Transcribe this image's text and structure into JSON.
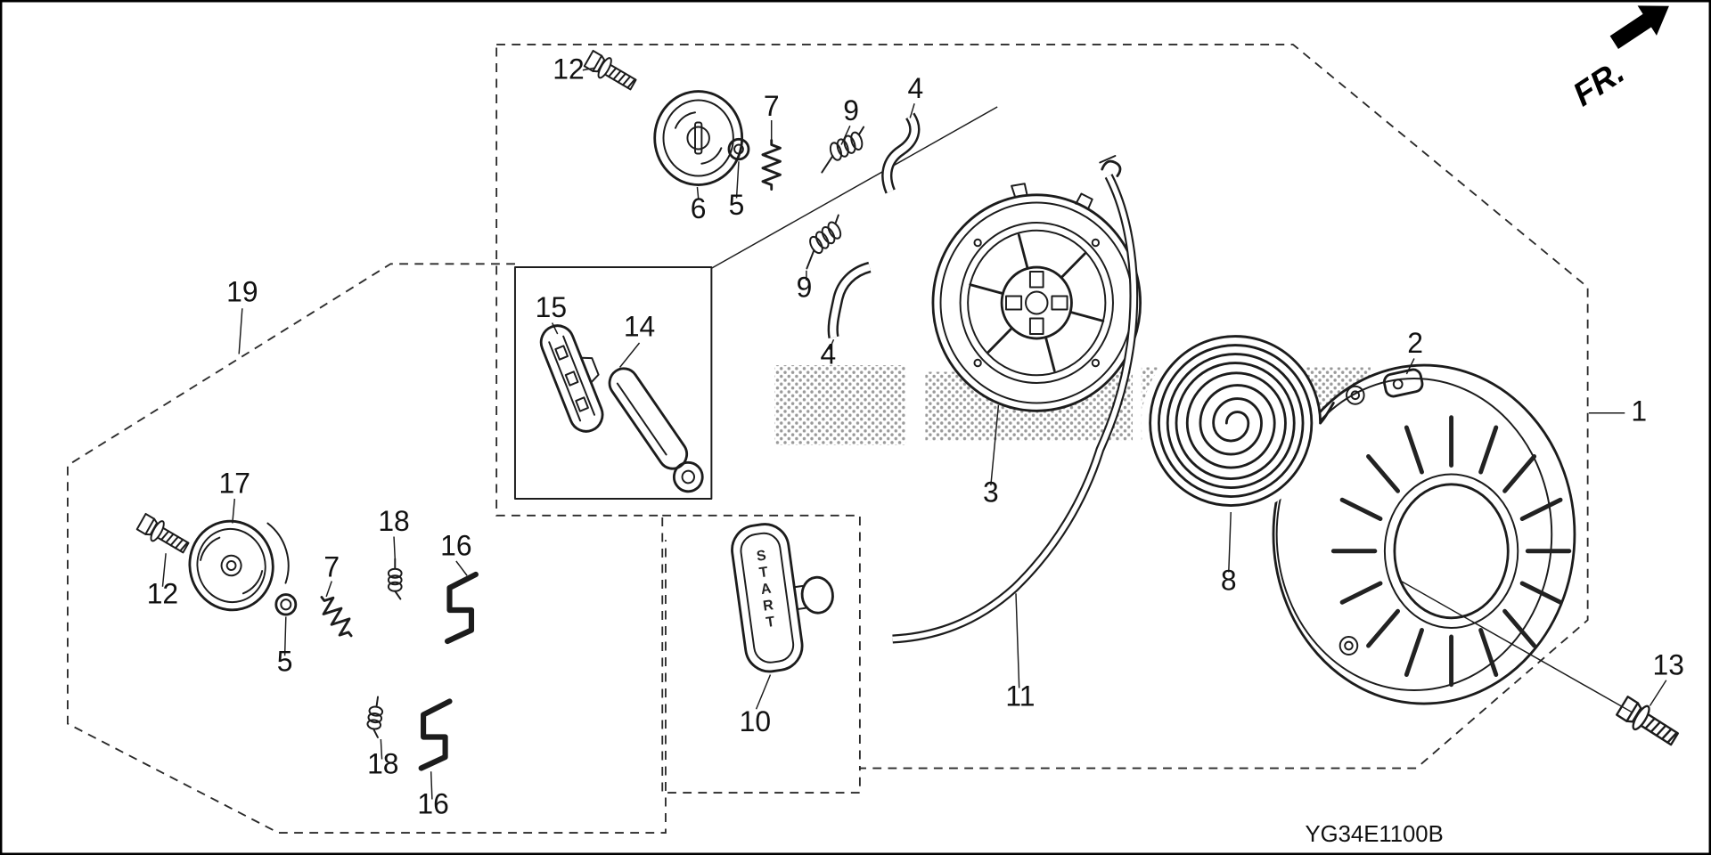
{
  "diagram_code": "YG34E1100B",
  "orientation": {
    "fr_label": "FR."
  },
  "handle": {
    "text": "START"
  },
  "parts": {
    "n1": "1",
    "n2": "2",
    "n3": "3",
    "n4": "4",
    "n5": "5",
    "n6": "6",
    "n7": "7",
    "n8": "8",
    "n9": "9",
    "n10": "10",
    "n11": "11",
    "n12": "12",
    "n13": "13",
    "n14": "14",
    "n15": "15",
    "n16": "16",
    "n17": "17",
    "n18": "18",
    "n19": "19"
  }
}
